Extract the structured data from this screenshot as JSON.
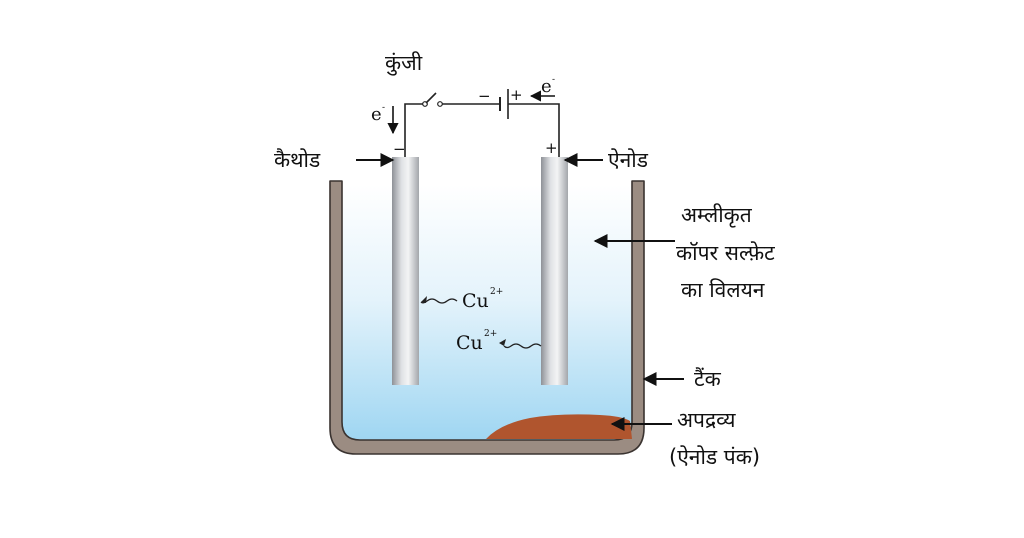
{
  "labels": {
    "key": "कुंजी",
    "cathode": "कैथोड",
    "anode": "ऐनोड",
    "solution_line1": "अम्लीकृत",
    "solution_line2": "कॉपर सल्फ़ेट",
    "solution_line3": "का विलयन",
    "tank": "टैंक",
    "impurity_line1": "अपद्रव्य",
    "impurity_line2": "(ऐनोड पंक)"
  },
  "ions": {
    "ion1_base": "Cu",
    "ion1_charge": "2+",
    "ion2_base": "Cu",
    "ion2_charge": "2+"
  },
  "electrons": {
    "left_e": "e",
    "left_sup": "-",
    "right_e": "e",
    "right_sup": "-"
  },
  "signs": {
    "battery_minus": "−",
    "battery_plus": "+",
    "cathode_minus": "−",
    "anode_plus": "+"
  },
  "colors": {
    "solution_top": "#ffffff",
    "solution_bottom": "#9fd6f2",
    "tank_wall": "#9b8c82",
    "tank_outline": "#3a3330",
    "electrode": "#b9bcc1",
    "mud": "#b0552e"
  }
}
